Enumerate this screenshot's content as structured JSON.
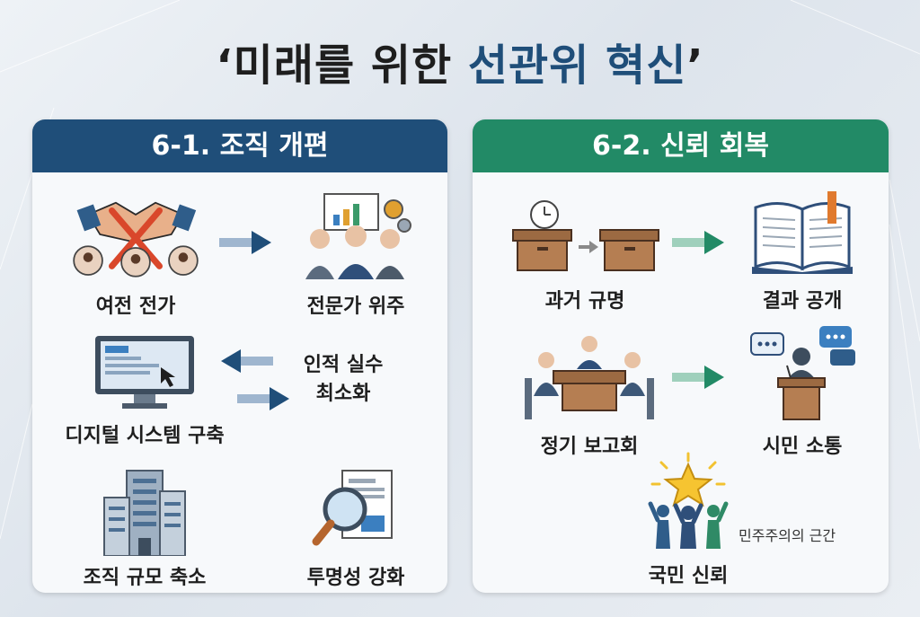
{
  "title": {
    "part1": "‘미래를 위한 ",
    "part2": "선관위 혁신",
    "part3": "’"
  },
  "left_panel": {
    "header": "6-1. 조직 개편",
    "items": {
      "transfer": "여전 전가",
      "experts": "전문가 위주",
      "digital": "디지털 시스템 구축",
      "error_line1": "인적 실수",
      "error_line2": "최소화",
      "downsize": "조직 규모 축소",
      "transparency": "투명성 강화"
    }
  },
  "right_panel": {
    "header": "6-2. 신뢰 회복",
    "items": {
      "past": "과거 규명",
      "disclose": "결과 공개",
      "report": "정기 보고회",
      "communication": "시민 소통",
      "trust": "국민 신뢰",
      "democracy": "민주주의의 근간"
    }
  },
  "colors": {
    "navy": "#1f4e79",
    "green": "#228a66"
  }
}
